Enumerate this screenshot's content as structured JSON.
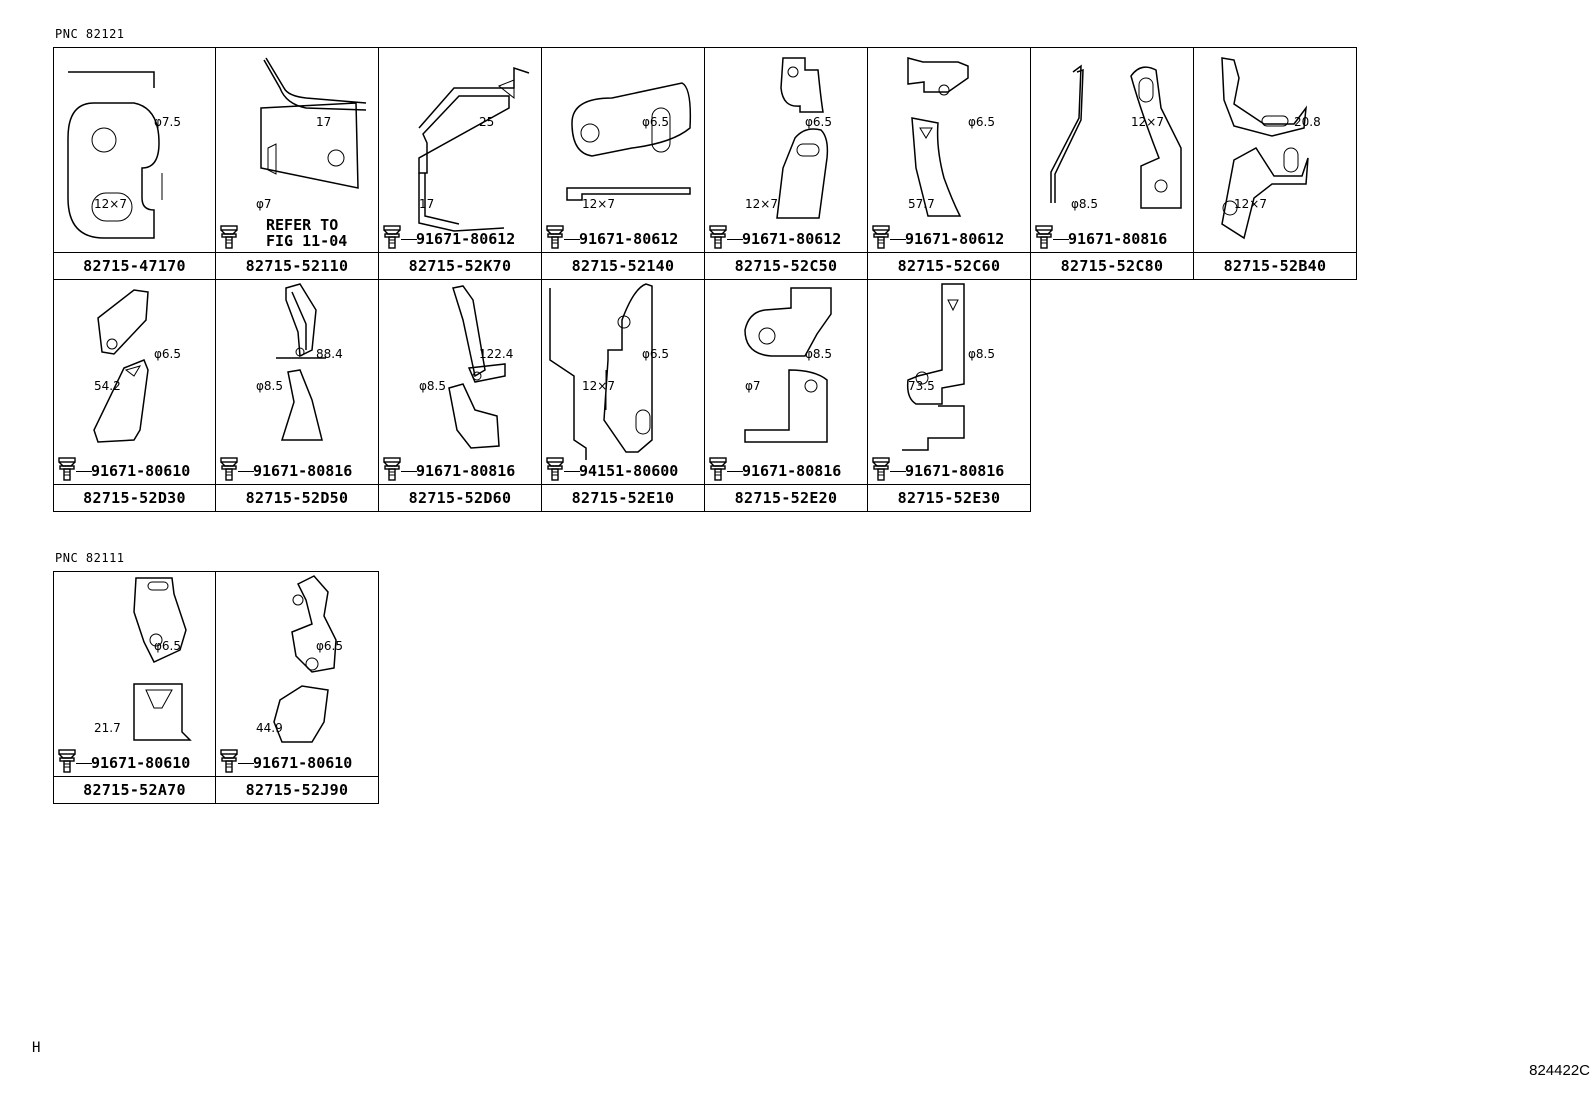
{
  "sections": [
    {
      "label": "PNC 82121",
      "cells": [
        {
          "part_no": "82715-47170",
          "bolt": "",
          "refer": "",
          "dims": [
            "φ7.5",
            "12×7"
          ]
        },
        {
          "part_no": "82715-52110",
          "bolt": "",
          "refer": "REFER TO\nFIG 11-04",
          "dims": [
            "17",
            "φ7"
          ]
        },
        {
          "part_no": "82715-52K70",
          "bolt": "91671-80612",
          "refer": "",
          "dims": [
            "25",
            "17"
          ]
        },
        {
          "part_no": "82715-52140",
          "bolt": "91671-80612",
          "refer": "",
          "dims": [
            "φ6.5",
            "12×7"
          ]
        },
        {
          "part_no": "82715-52C50",
          "bolt": "91671-80612",
          "refer": "",
          "dims": [
            "φ6.5",
            "12×7"
          ]
        },
        {
          "part_no": "82715-52C60",
          "bolt": "91671-80612",
          "refer": "",
          "dims": [
            "φ6.5",
            "57.7"
          ]
        },
        {
          "part_no": "82715-52C80",
          "bolt": "91671-80816",
          "refer": "",
          "dims": [
            "12×7",
            "φ8.5"
          ]
        },
        {
          "part_no": "82715-52B40",
          "bolt": "",
          "refer": "",
          "dims": [
            "20.8",
            "12×7"
          ]
        },
        {
          "part_no": "82715-52D30",
          "bolt": "91671-80610",
          "refer": "",
          "dims": [
            "φ6.5",
            "54.2"
          ]
        },
        {
          "part_no": "82715-52D50",
          "bolt": "91671-80816",
          "refer": "",
          "dims": [
            "88.4",
            "φ8.5"
          ]
        },
        {
          "part_no": "82715-52D60",
          "bolt": "91671-80816",
          "refer": "",
          "dims": [
            "122.4",
            "φ8.5"
          ]
        },
        {
          "part_no": "82715-52E10",
          "bolt": "94151-80600",
          "refer": "",
          "dims": [
            "φ6.5",
            "12×7"
          ]
        },
        {
          "part_no": "82715-52E20",
          "bolt": "91671-80816",
          "refer": "",
          "dims": [
            "φ8.5",
            "φ7"
          ]
        },
        {
          "part_no": "82715-52E30",
          "bolt": "91671-80816",
          "refer": "",
          "dims": [
            "φ8.5",
            "73.5"
          ]
        }
      ]
    },
    {
      "label": "PNC 82111",
      "cells": [
        {
          "part_no": "82715-52A70",
          "bolt": "91671-80610",
          "refer": "",
          "dims": [
            "φ6.5",
            "21.7"
          ]
        },
        {
          "part_no": "82715-52J90",
          "bolt": "91671-80610",
          "refer": "",
          "dims": [
            "φ6.5",
            "44.9"
          ]
        }
      ]
    }
  ],
  "footer": {
    "left_code": "H",
    "figure_id": "824422C"
  }
}
